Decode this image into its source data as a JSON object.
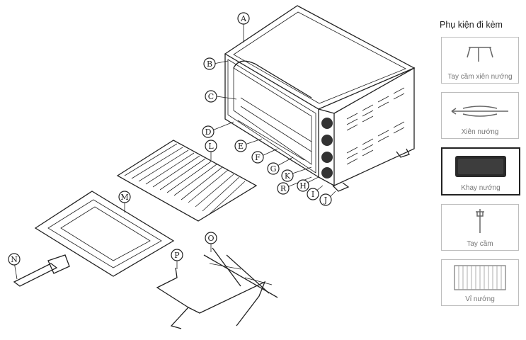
{
  "callouts": [
    "A",
    "B",
    "C",
    "D",
    "E",
    "F",
    "G",
    "K",
    "R",
    "H",
    "I",
    "J",
    "L",
    "M",
    "N",
    "O",
    "P"
  ],
  "accessories": {
    "title": "Phụ kiện đi kèm",
    "items": [
      {
        "label": "Tay cầm xiên nướng",
        "icon": "skewer-handle-icon"
      },
      {
        "label": "Xiên nướng",
        "icon": "skewer-icon"
      },
      {
        "label": "Khay nướng",
        "icon": "baking-tray-icon"
      },
      {
        "label": "Tay cầm",
        "icon": "handle-icon"
      },
      {
        "label": "Vỉ nướng",
        "icon": "wire-rack-icon"
      }
    ]
  }
}
